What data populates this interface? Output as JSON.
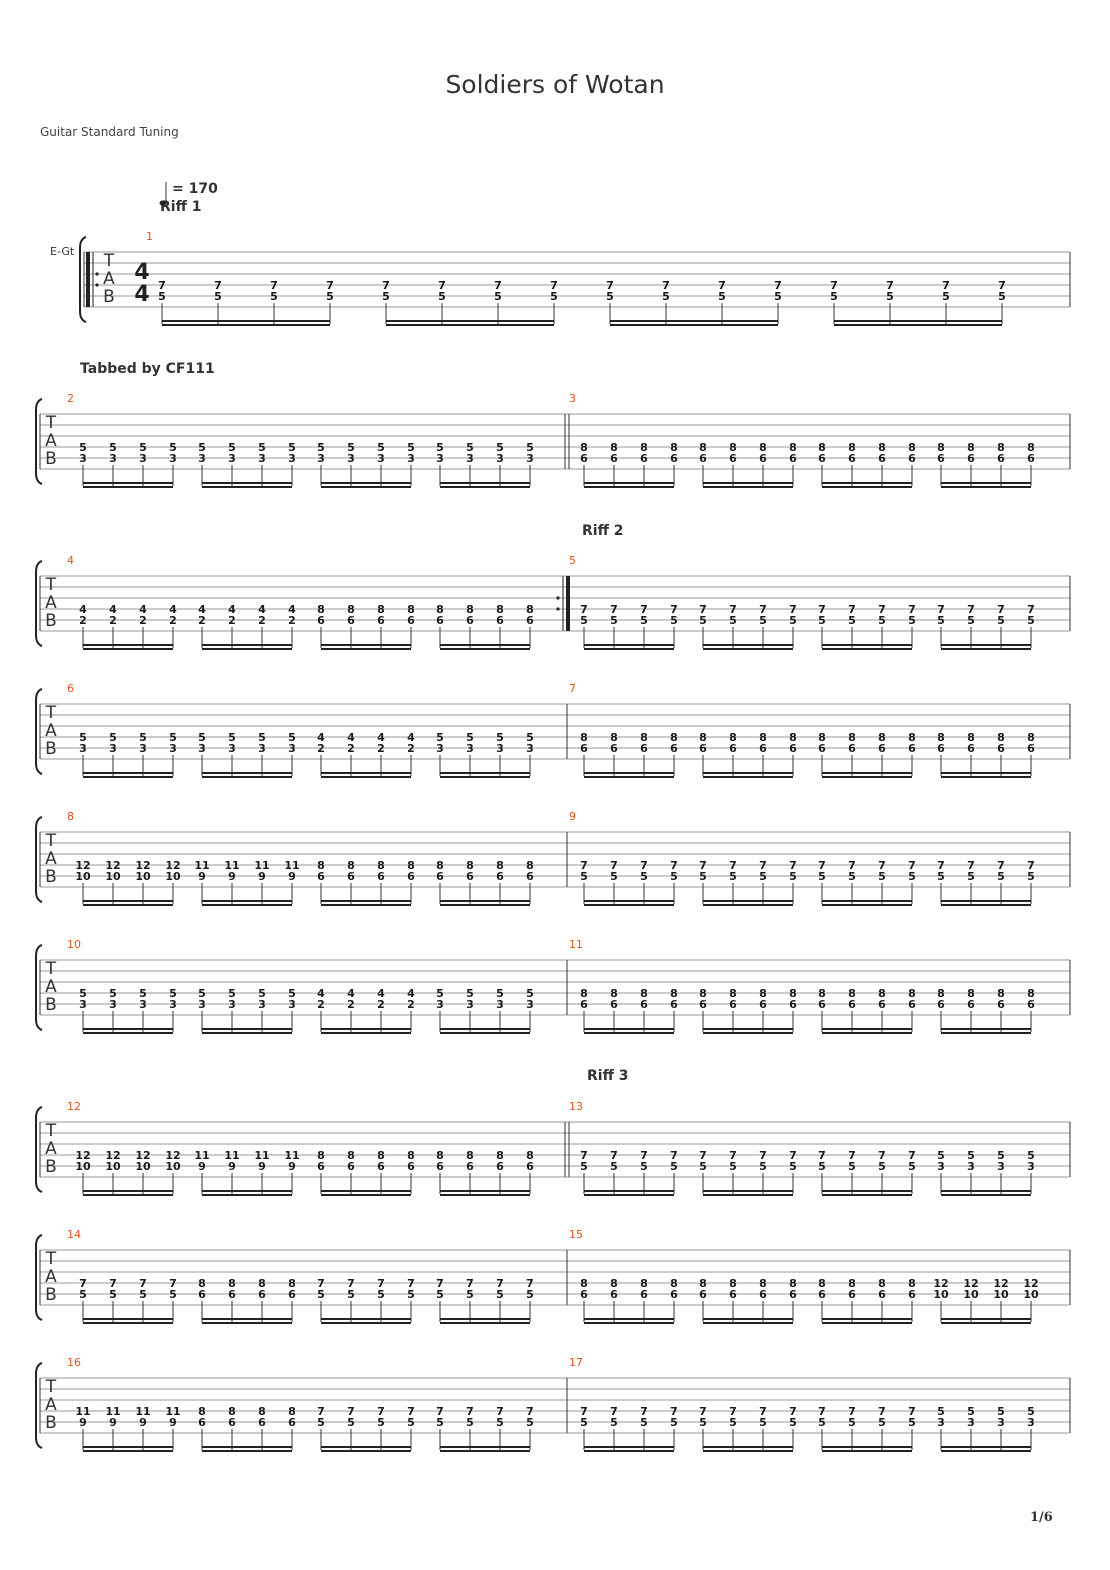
{
  "title": "Soldiers of Wotan",
  "tuning": "Guitar Standard Tuning",
  "tempo": "= 170",
  "instrument": "E-Gt",
  "time_signature": [
    "4",
    "4"
  ],
  "tab_letters": [
    "T",
    "A",
    "B"
  ],
  "page_number": "1/6",
  "sections": [
    {
      "label": "Riff 1",
      "measure": 1
    },
    {
      "label": "Tabbed by CF111",
      "measure": 2
    },
    {
      "label": "Riff 2",
      "measure": 5
    },
    {
      "label": "Riff 3",
      "measure": 13
    }
  ],
  "measures": [
    {
      "number": "1",
      "groups": [
        [
          "7",
          "5"
        ],
        [
          "7",
          "5"
        ],
        [
          "7",
          "5"
        ],
        [
          "7",
          "5"
        ]
      ]
    },
    {
      "number": "2",
      "groups": [
        [
          "5",
          "3"
        ],
        [
          "5",
          "3"
        ],
        [
          "5",
          "3"
        ],
        [
          "5",
          "3"
        ]
      ]
    },
    {
      "number": "3",
      "groups": [
        [
          "8",
          "6"
        ],
        [
          "8",
          "6"
        ],
        [
          "8",
          "6"
        ],
        [
          "8",
          "6"
        ]
      ]
    },
    {
      "number": "4",
      "groups": [
        [
          "4",
          "2"
        ],
        [
          "4",
          "2"
        ],
        [
          "8",
          "6"
        ],
        [
          "8",
          "6"
        ]
      ]
    },
    {
      "number": "5",
      "groups": [
        [
          "7",
          "5"
        ],
        [
          "7",
          "5"
        ],
        [
          "7",
          "5"
        ],
        [
          "7",
          "5"
        ]
      ]
    },
    {
      "number": "6",
      "groups": [
        [
          "5",
          "3"
        ],
        [
          "5",
          "3"
        ],
        [
          "4",
          "2"
        ],
        [
          "5",
          "3"
        ]
      ]
    },
    {
      "number": "7",
      "groups": [
        [
          "8",
          "6"
        ],
        [
          "8",
          "6"
        ],
        [
          "8",
          "6"
        ],
        [
          "8",
          "6"
        ]
      ]
    },
    {
      "number": "8",
      "groups": [
        [
          "12",
          "10"
        ],
        [
          "11",
          "9"
        ],
        [
          "8",
          "6"
        ],
        [
          "8",
          "6"
        ]
      ]
    },
    {
      "number": "9",
      "groups": [
        [
          "7",
          "5"
        ],
        [
          "7",
          "5"
        ],
        [
          "7",
          "5"
        ],
        [
          "7",
          "5"
        ]
      ]
    },
    {
      "number": "10",
      "groups": [
        [
          "5",
          "3"
        ],
        [
          "5",
          "3"
        ],
        [
          "4",
          "2"
        ],
        [
          "5",
          "3"
        ]
      ]
    },
    {
      "number": "11",
      "groups": [
        [
          "8",
          "6"
        ],
        [
          "8",
          "6"
        ],
        [
          "8",
          "6"
        ],
        [
          "8",
          "6"
        ]
      ]
    },
    {
      "number": "12",
      "groups": [
        [
          "12",
          "10"
        ],
        [
          "11",
          "9"
        ],
        [
          "8",
          "6"
        ],
        [
          "8",
          "6"
        ]
      ]
    },
    {
      "number": "13",
      "groups": [
        [
          "7",
          "5"
        ],
        [
          "7",
          "5"
        ],
        [
          "7",
          "5"
        ],
        [
          "5",
          "3"
        ]
      ]
    },
    {
      "number": "14",
      "groups": [
        [
          "7",
          "5"
        ],
        [
          "8",
          "6"
        ],
        [
          "7",
          "5"
        ],
        [
          "7",
          "5"
        ]
      ]
    },
    {
      "number": "15",
      "groups": [
        [
          "8",
          "6"
        ],
        [
          "8",
          "6"
        ],
        [
          "8",
          "6"
        ],
        [
          "12",
          "10"
        ]
      ]
    },
    {
      "number": "16",
      "groups": [
        [
          "11",
          "9"
        ],
        [
          "8",
          "6"
        ],
        [
          "7",
          "5"
        ],
        [
          "7",
          "5"
        ]
      ]
    },
    {
      "number": "17",
      "groups": [
        [
          "7",
          "5"
        ],
        [
          "7",
          "5"
        ],
        [
          "7",
          "5"
        ],
        [
          "5",
          "3"
        ]
      ]
    }
  ]
}
